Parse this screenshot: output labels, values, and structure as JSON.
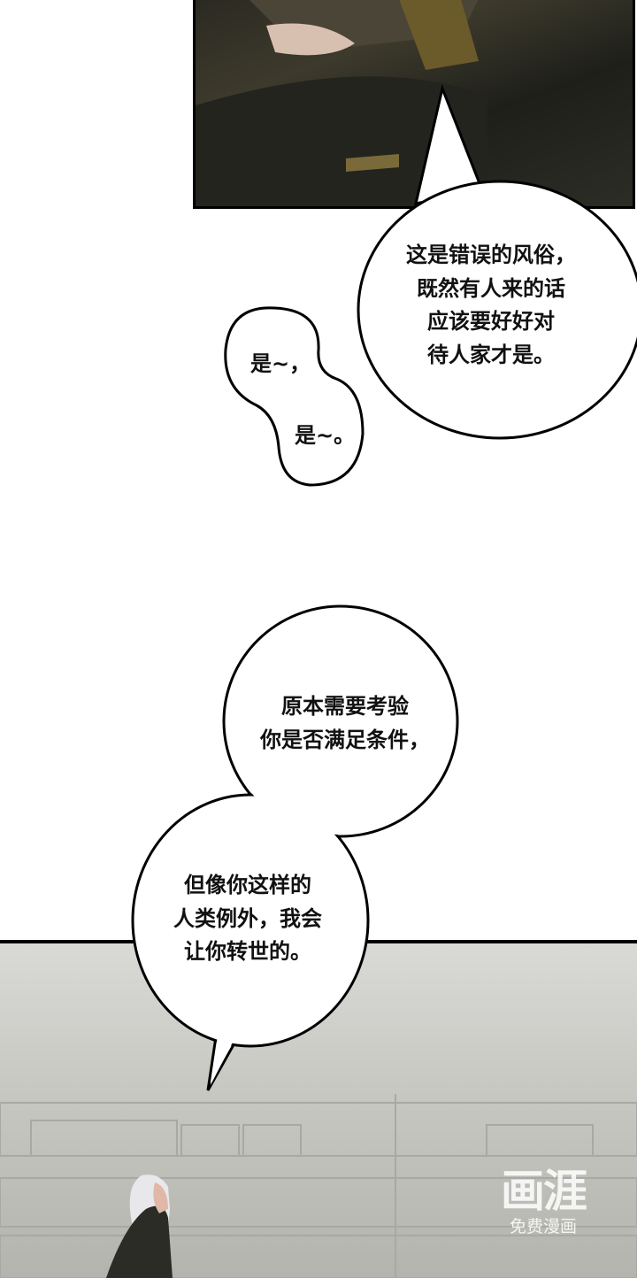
{
  "bubbles": [
    {
      "lines": [
        "这是错误的风俗，",
        "既然有人来的话",
        "应该要好好对",
        "待人家才是。"
      ]
    },
    {
      "lines": [
        "是~，",
        "是~。"
      ]
    },
    {
      "lines": [
        "原本需要考验",
        "你是否满足条件，"
      ]
    },
    {
      "lines": [
        "但像你这样的",
        "人类例外，我会",
        "让你转世的。"
      ]
    }
  ],
  "watermark": {
    "logo": "画涯",
    "subtitle": "免费漫画"
  }
}
